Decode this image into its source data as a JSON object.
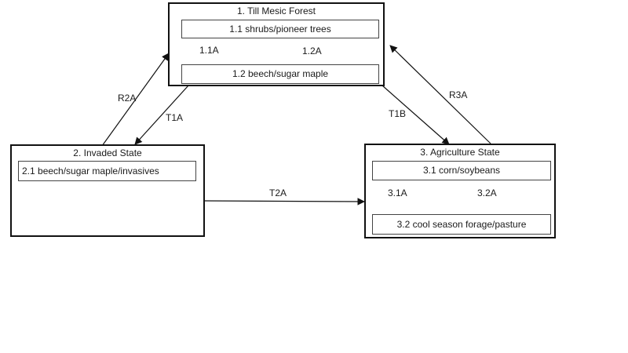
{
  "states": {
    "s1": {
      "title": "1. Till Mesic Forest",
      "phase1": "1.1 shrubs/pioneer trees",
      "phase2": "1.2 beech/sugar maple"
    },
    "s2": {
      "title": "2. Invaded State",
      "phase1": "2.1 beech/sugar maple/invasives"
    },
    "s3": {
      "title": "3. Agriculture State",
      "phase1": "3.1 corn/soybeans",
      "phase2": "3.2 cool season forage/pasture"
    }
  },
  "transitions": {
    "p1_1a": "1.1A",
    "p1_2a": "1.2A",
    "p3_1a": "3.1A",
    "p3_2a": "3.2A",
    "r2a": "R2A",
    "t1a": "T1A",
    "t1b": "T1B",
    "r3a": "R3A",
    "t2a": "T2A"
  }
}
